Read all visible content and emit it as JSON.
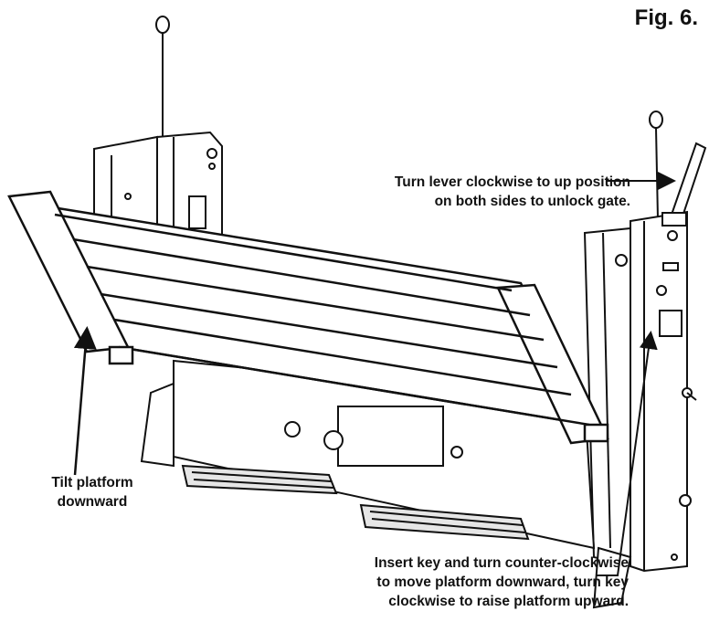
{
  "figure": {
    "title": "Fig. 6."
  },
  "callouts": {
    "lever": {
      "lines": [
        "Turn lever clockwise to up position",
        "on both sides to unlock gate."
      ]
    },
    "tilt": {
      "lines": [
        "Tilt platform",
        "downward"
      ]
    },
    "key": {
      "lines": [
        "Insert key and turn counter-clockwise",
        "to move platform downward, turn key",
        "clockwise to raise platform upward."
      ]
    }
  },
  "colors": {
    "ink": "#111111",
    "panel": "#ffffff",
    "shade": "#e6e6e6"
  }
}
